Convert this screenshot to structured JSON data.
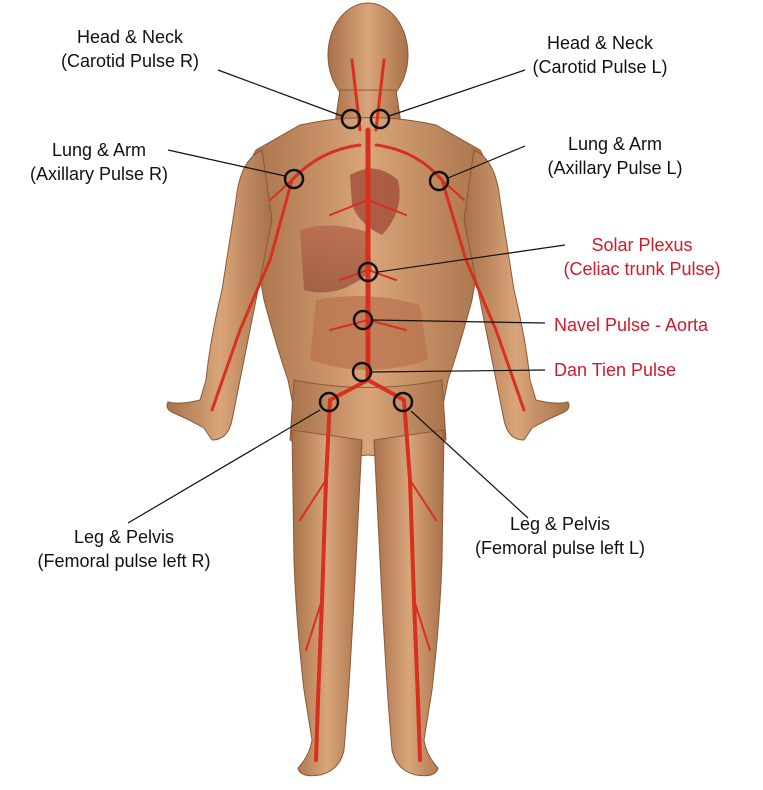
{
  "colors": {
    "skin": "#c99266",
    "skin_dark": "#a8714a",
    "artery": "#d8301f",
    "label_black": "#111111",
    "label_red": "#d11a2a",
    "marker": "#111111"
  },
  "labels": {
    "carotid_r": {
      "line1": "Head & Neck",
      "line2": "(Carotid Pulse  R)"
    },
    "carotid_l": {
      "line1": "Head & Neck",
      "line2": "(Carotid Pulse  L)"
    },
    "axillary_r": {
      "line1": "Lung & Arm",
      "line2": "(Axillary Pulse  R)"
    },
    "axillary_l": {
      "line1": "Lung & Arm",
      "line2": "(Axillary Pulse  L)"
    },
    "solar_plexus": {
      "line1": "Solar Plexus",
      "line2": "(Celiac trunk Pulse)"
    },
    "navel": {
      "line1": "Navel Pulse - Aorta"
    },
    "dan_tien": {
      "line1": "Dan Tien Pulse"
    },
    "femoral_r": {
      "line1": "Leg & Pelvis",
      "line2": "(Femoral pulse left  R)"
    },
    "femoral_l": {
      "line1": "Leg & Pelvis",
      "line2": "(Femoral pulse left  L)"
    }
  }
}
